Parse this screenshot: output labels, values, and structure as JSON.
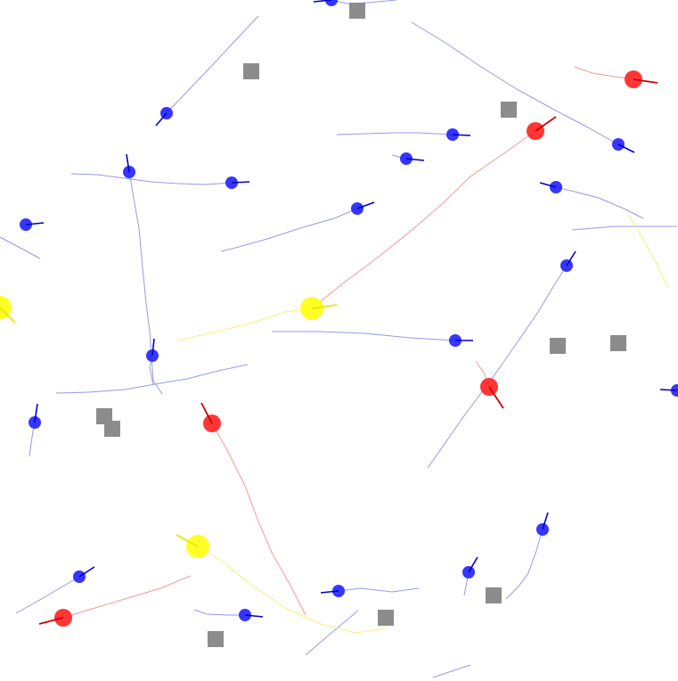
{
  "canvas": {
    "background": "#ffffff"
  },
  "palette": {
    "blue": "#2b2bff",
    "blue_dark": "#0000c8",
    "blue_trail": "#9999e6",
    "red": "#ff2b2b",
    "red_dark": "#cc0000",
    "red_trail": "#f09a9a",
    "yellow": "#ffff1a",
    "yellow_dark": "#e6e600",
    "yellow_trail": "#f2f27a",
    "obstacle": "#8c8c8c"
  },
  "agent_types": {
    "blue": "blue-agent",
    "red": "red-agent",
    "yellow": "yellow-agent"
  },
  "obstacle_icon": "gray-square-obstacle"
}
